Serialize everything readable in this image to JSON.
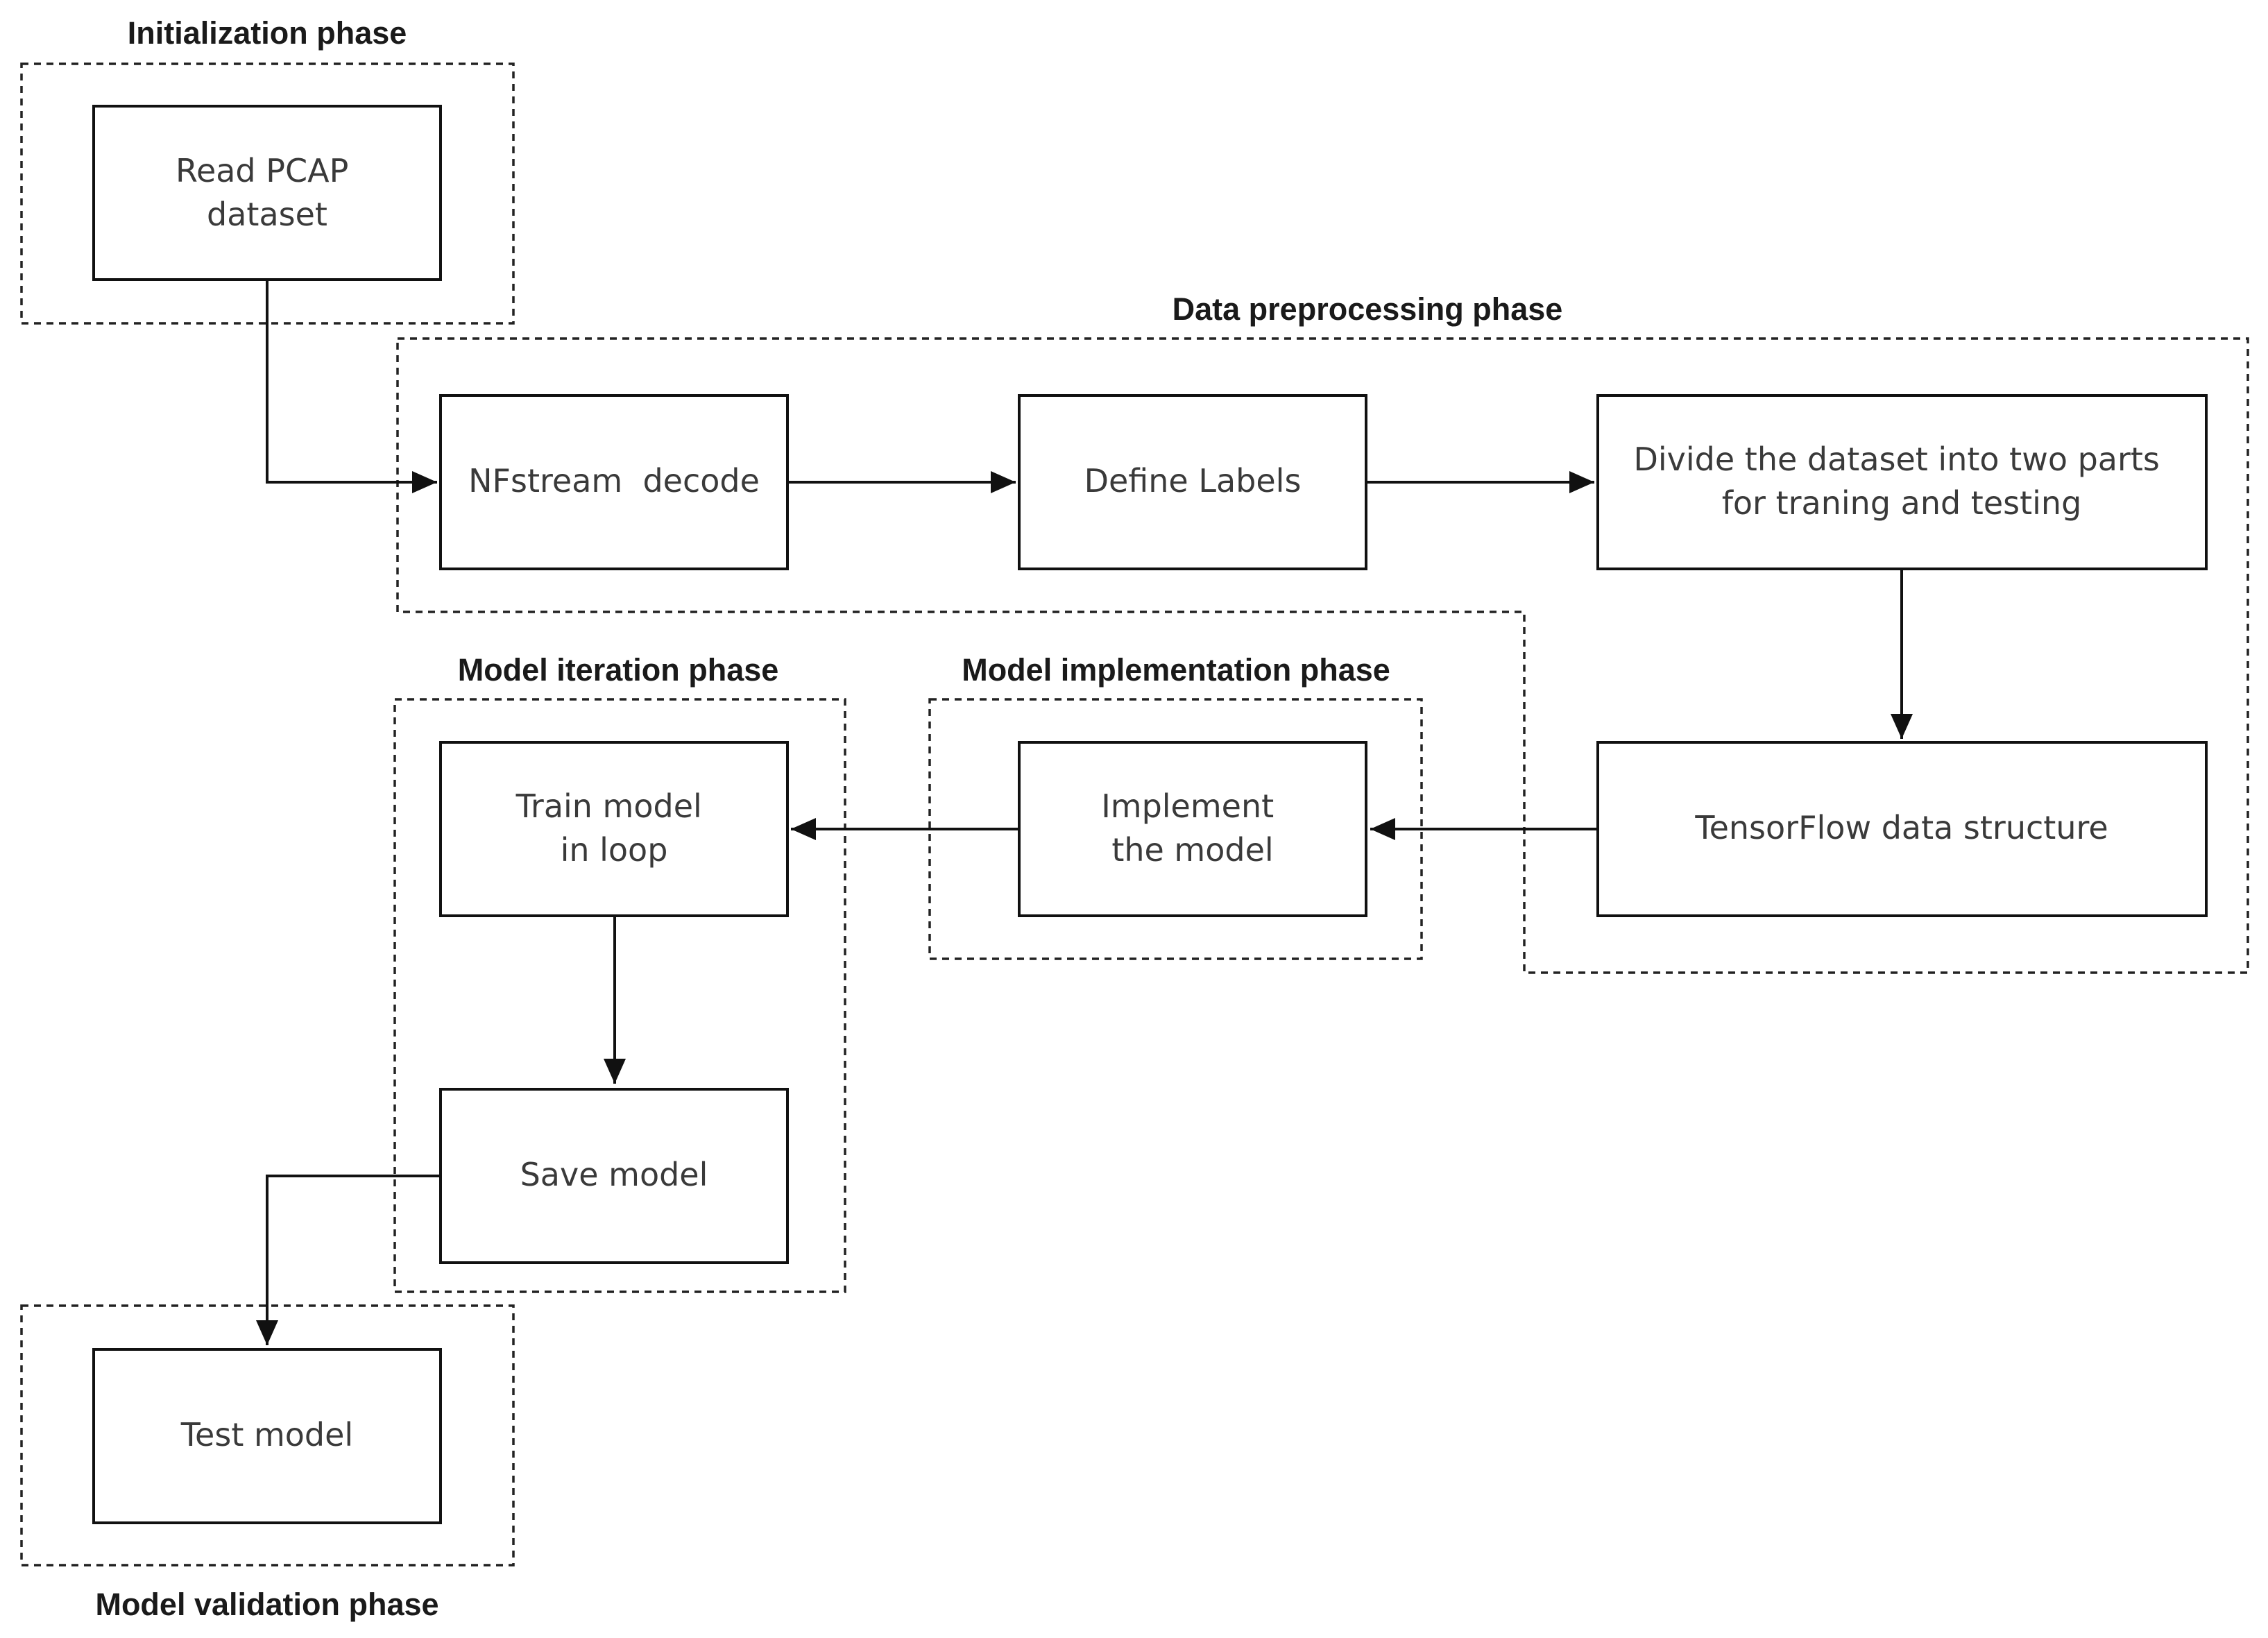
{
  "phases": {
    "initialization": "Initialization phase",
    "preprocessing": "Data preprocessing phase",
    "iteration": "Model iteration phase",
    "implementation": "Model implementation phase",
    "validation": "Model validation phase"
  },
  "steps": {
    "read_pcap": [
      "Read PCAP",
      "dataset"
    ],
    "nfstream": [
      "NFstream  decode"
    ],
    "define_labels": [
      "Define Labels"
    ],
    "divide_dataset": [
      "Divide the dataset into two parts",
      "for traning and testing"
    ],
    "tensorflow": [
      "TensorFlow data structure"
    ],
    "implement": [
      "Implement",
      "the model"
    ],
    "train": [
      "Train model",
      "in loop"
    ],
    "save": [
      "Save model"
    ],
    "test": [
      "Test model"
    ]
  }
}
